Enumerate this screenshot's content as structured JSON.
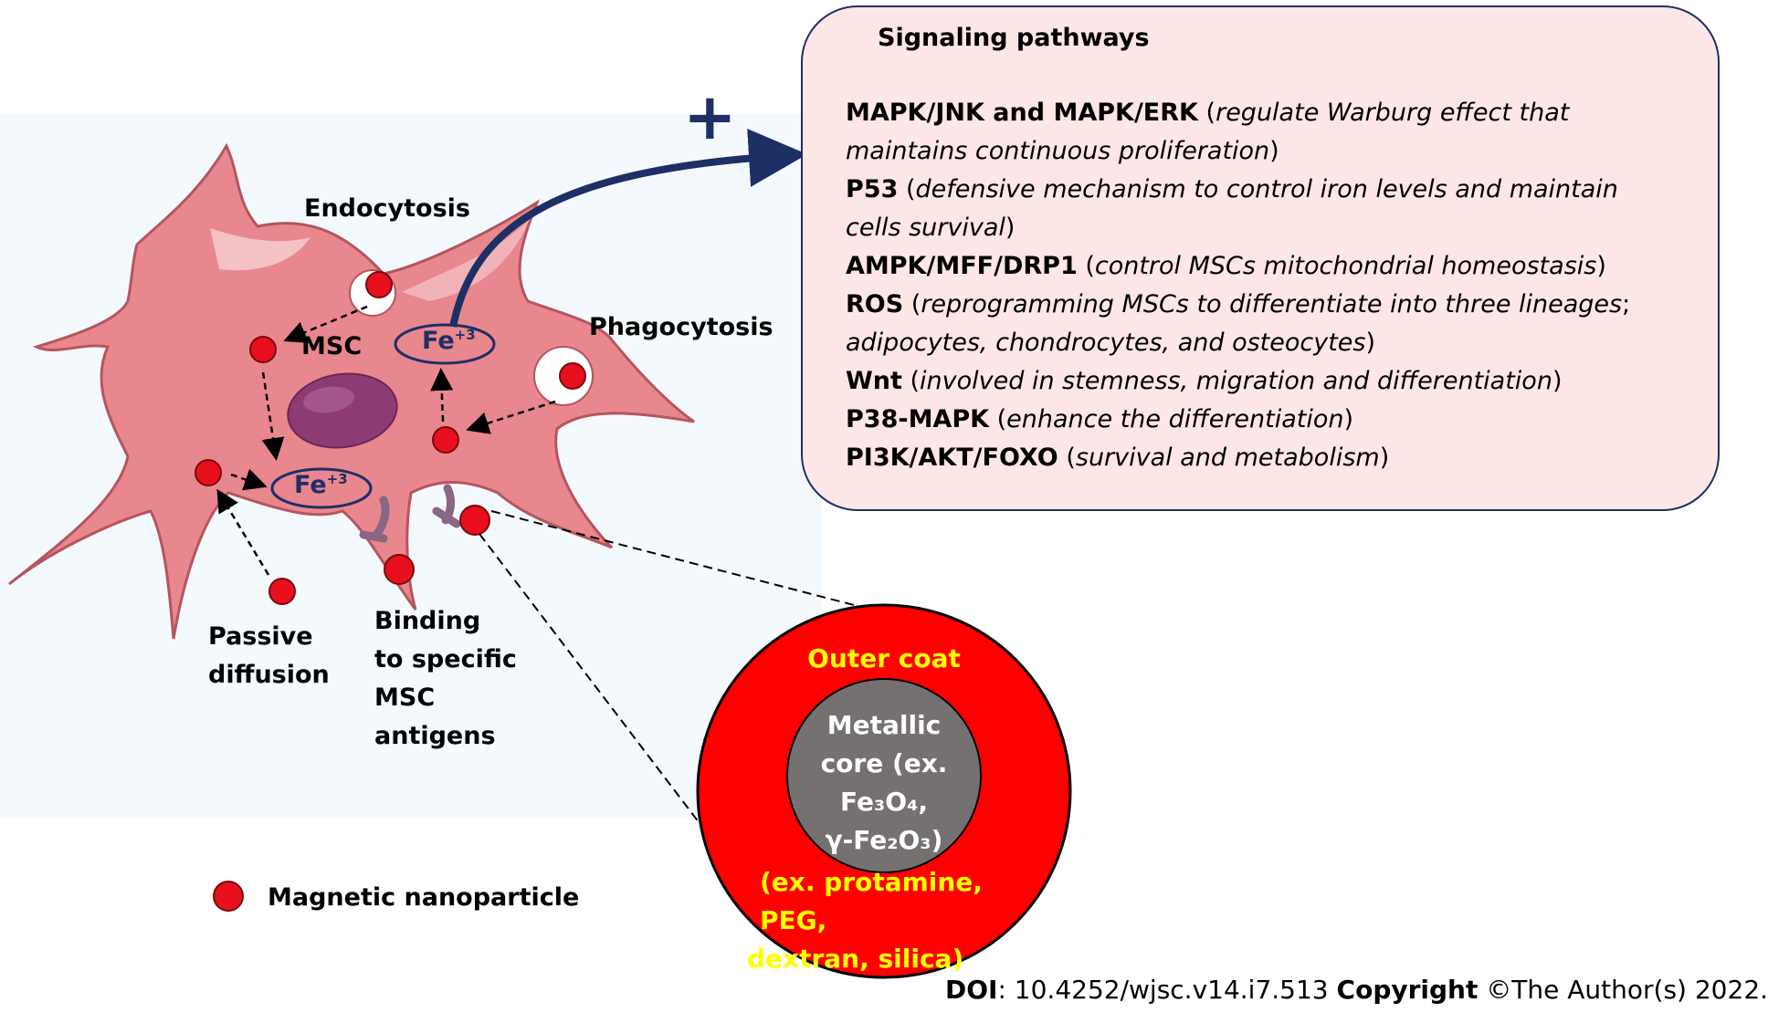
{
  "labels": {
    "endocytosis": "Endocytosis",
    "msc": "MSC",
    "phagocytosis": "Phagocytosis",
    "passive_diffusion_1": "Passive",
    "passive_diffusion_2": "diffusion",
    "binding_1": "Binding",
    "binding_2": "to specific",
    "binding_3": "MSC",
    "binding_4": "antigens",
    "fe_base": "Fe",
    "fe_charge": "+3",
    "plus": "+"
  },
  "signaling": {
    "title": "Signaling pathways",
    "items": [
      {
        "name": "MAPK/JNK and MAPK/ERK",
        "open": " (",
        "desc": "regulate Warburg effect that",
        "line2": "maintains continuous proliferation",
        "close": ")"
      },
      {
        "name": "P53",
        "open": " (",
        "desc": "defensive mechanism to control iron levels and maintain",
        "line2": "cells survival",
        "close": ")"
      },
      {
        "name": "AMPK/MFF/DRP1",
        "open": " (",
        "desc": "control MSCs mitochondrial homeostasis",
        "line2": "",
        "close": ")"
      },
      {
        "name": "ROS",
        "open": " (",
        "desc": "reprogramming MSCs to differentiate into three lineages",
        "sep": ";",
        "line2": "adipocytes, chondrocytes, and osteocytes",
        "close": ")"
      },
      {
        "name": "Wnt",
        "open": " (",
        "desc": "involved in stemness, migration and differentiation",
        "line2": "",
        "close": ")"
      },
      {
        "name": "P38-MAPK",
        "open": " (",
        "desc": "enhance the differentiation",
        "line2": "",
        "close": ")"
      },
      {
        "name": "PI3K/AKT/FOXO",
        "open": " (",
        "desc": "survival and metabolism",
        "line2": "",
        "close": ")"
      }
    ]
  },
  "nanoparticle": {
    "outer_coat": "Outer coat",
    "core_lines": [
      "Metallic",
      "core (ex.",
      "Fe₃O₄,",
      "γ-Fe₂O₃)"
    ],
    "coat_examples_1": "(ex. protamine, PEG,",
    "coat_examples_2": "dextran, silica)"
  },
  "legend": {
    "label": "Magnetic nanoparticle"
  },
  "footer": {
    "doi_label": "DOI",
    "doi_value": ": 10.4252/wjsc.v14.i7.513 ",
    "copyright_label": "Copyright",
    "copyright_value": " ©The Author(s) 2022."
  },
  "colors": {
    "cell": "#e8878d",
    "nucleus": "#8e3b73",
    "particle": "#e8101c",
    "navy": "#1e2f66",
    "coat": "#ff0000",
    "core": "#767171",
    "coat_text": "#ffff00"
  }
}
